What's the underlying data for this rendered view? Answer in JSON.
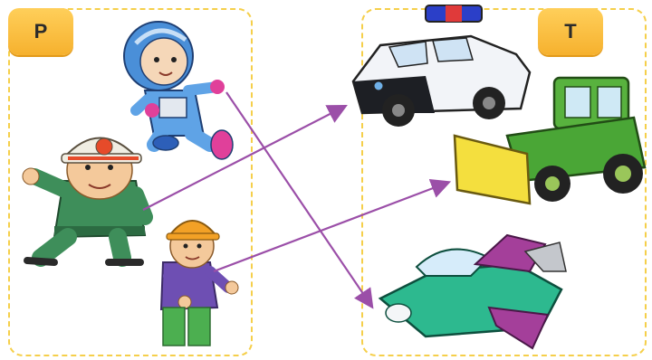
{
  "left_panel": {
    "label": "P"
  },
  "right_panel": {
    "label": "T"
  },
  "people": [
    "astronaut",
    "construction-worker",
    "builder-child"
  ],
  "vehicles": [
    "police-car",
    "bulldozer",
    "spaceship"
  ],
  "connections": [
    {
      "from": "astronaut",
      "to": "spaceship"
    },
    {
      "from": "construction-worker",
      "to": "police-car"
    },
    {
      "from": "builder-child",
      "to": "bulldozer"
    }
  ],
  "colors": {
    "frame": "#f5cf4a",
    "tab": "#f6b12e",
    "arrow": "#9b4fa8"
  }
}
